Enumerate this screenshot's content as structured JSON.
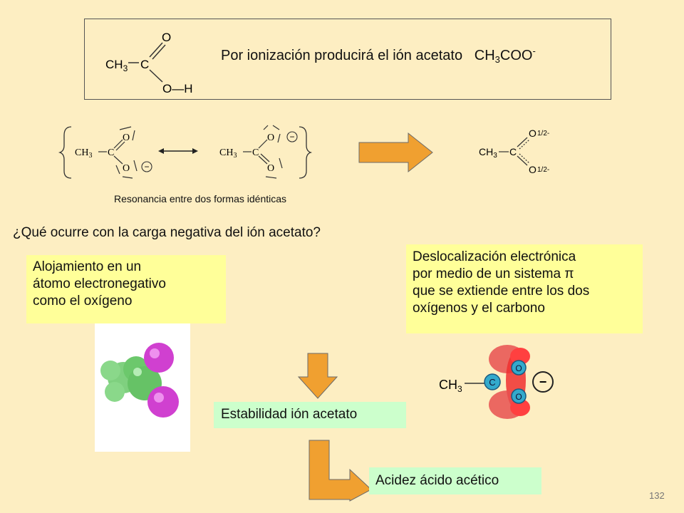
{
  "top_box": {
    "text_pre": "Por ionización producirá el ión acetato",
    "formula_ch": "CH",
    "formula_sub": "3",
    "formula_coo": "COO",
    "formula_sup": "-"
  },
  "acid_structure": {
    "o_top": "O",
    "ch3_main": "CH",
    "ch3_sub": "3",
    "c_center": "C",
    "oh": "O—H"
  },
  "resonance": {
    "left": {
      "ch3": "CH",
      "sub": "3",
      "c": "C",
      "o_top": "O",
      "o_bottom": "O",
      "charge": "−"
    },
    "right": {
      "ch3": "CH",
      "sub": "3",
      "c": "C",
      "o_top": "O",
      "o_bottom": "O",
      "charge": "−"
    },
    "caption": "Resonancia entre dos formas idénticas"
  },
  "hybrid": {
    "ch3": "CH",
    "sub": "3",
    "c": "C",
    "o_top": "O",
    "o_top_charge": "1/2-",
    "o_bottom": "O",
    "o_bottom_charge": "1/2-"
  },
  "question": "¿Qué ocurre con la carga negativa del ión acetato?",
  "box_left": {
    "lines": [
      "Alojamiento en un",
      "átomo electronegativo",
      "como el oxígeno"
    ]
  },
  "box_right": {
    "lines": [
      "Deslocalización electrónica",
      "por medio de un sistema π",
      "que se extiende entre los dos",
      "oxígenos y el carbono"
    ]
  },
  "orbital_model": {
    "ch3": "CH",
    "sub": "3",
    "c": "C",
    "o1": "O",
    "o2": "O",
    "charge": "−"
  },
  "box_stability": "Estabilidad ión acetato",
  "box_acidity": "Acidez ácido acético",
  "page_number": "132",
  "colors": {
    "background": "#fdeec2",
    "arrow_fill": "#f0a030",
    "yellow_box": "#ffff99",
    "green_box": "#ccffcc"
  },
  "icons": [
    "block-arrow-right-icon",
    "block-arrow-down-icon",
    "bent-arrow-icon",
    "resonance-arrow-icon"
  ]
}
